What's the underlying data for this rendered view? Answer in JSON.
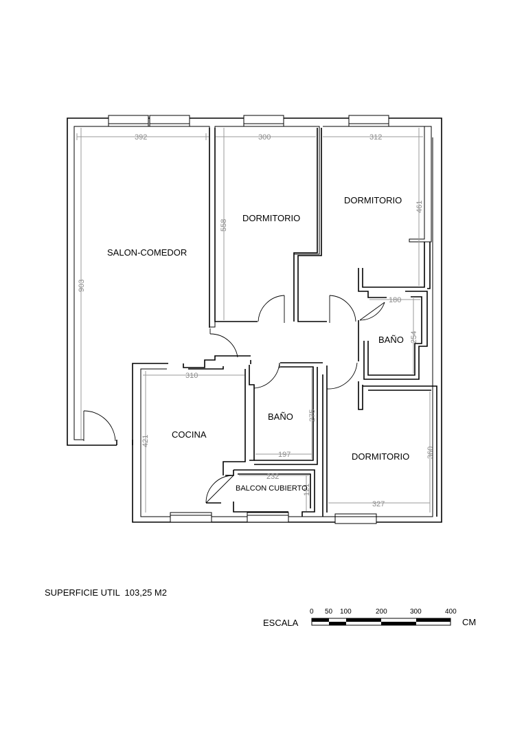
{
  "rooms": {
    "salon": "SALON-COMEDOR",
    "dorm1": "DORMITORIO",
    "dorm2": "DORMITORIO",
    "dorm3": "DORMITORIO",
    "cocina": "COCINA",
    "bano1": "BAÑO",
    "bano2": "BAÑO",
    "balcon": "BALCON CUBIERTO"
  },
  "dimensions": {
    "salon_w": "392",
    "salon_h": "903",
    "dorm1_w": "300",
    "dorm1_h": "558",
    "dorm2_w": "312",
    "dorm2_h": "461",
    "bano_top_w": "180",
    "bano_top_h": "254",
    "cocina_w": "310",
    "cocina_h": "421",
    "bano_mid_w": "197",
    "bano_mid_h": "275",
    "balcon_w": "232",
    "balcon_h": "121",
    "dorm3_w": "327",
    "dorm3_h": "360"
  },
  "footer": {
    "surface": "SUPERFICIE UTIL  103,25 M2",
    "scale_label": "ESCALA",
    "scale_unit": "CM",
    "scale_ticks": [
      "0",
      "50",
      "100",
      "200",
      "300",
      "400"
    ]
  }
}
